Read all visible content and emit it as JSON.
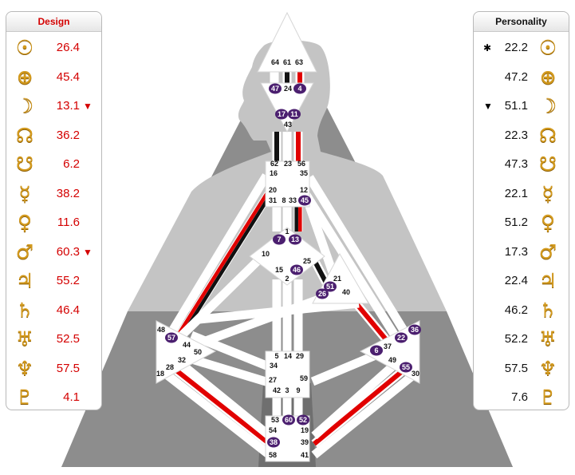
{
  "design": {
    "title": "Design",
    "rows": [
      {
        "planet": "sun",
        "icon": "sun-icon",
        "symbol": "☉",
        "value": "26.4",
        "mark": ""
      },
      {
        "planet": "earth",
        "icon": "earth-icon",
        "symbol": "⊕",
        "value": "45.4",
        "mark": ""
      },
      {
        "planet": "moon",
        "icon": "moon-icon",
        "symbol": "☽",
        "value": "13.1",
        "mark": "▼"
      },
      {
        "planet": "north-node",
        "icon": "north-node-icon",
        "symbol": "☊",
        "value": "36.2",
        "mark": ""
      },
      {
        "planet": "south-node",
        "icon": "south-node-icon",
        "symbol": "☋",
        "value": "6.2",
        "mark": ""
      },
      {
        "planet": "mercury",
        "icon": "mercury-icon",
        "symbol": "☿",
        "value": "38.2",
        "mark": ""
      },
      {
        "planet": "venus",
        "icon": "venus-icon",
        "symbol": "♀",
        "value": "11.6",
        "mark": ""
      },
      {
        "planet": "mars",
        "icon": "mars-icon",
        "symbol": "♂",
        "value": "60.3",
        "mark": "▼"
      },
      {
        "planet": "jupiter",
        "icon": "jupiter-icon",
        "symbol": "♃",
        "value": "55.2",
        "mark": ""
      },
      {
        "planet": "saturn",
        "icon": "saturn-icon",
        "symbol": "♄",
        "value": "46.4",
        "mark": ""
      },
      {
        "planet": "uranus",
        "icon": "uranus-icon",
        "symbol": "♅",
        "value": "52.5",
        "mark": ""
      },
      {
        "planet": "neptune",
        "icon": "neptune-icon",
        "symbol": "♆",
        "value": "57.5",
        "mark": ""
      },
      {
        "planet": "pluto",
        "icon": "pluto-icon",
        "symbol": "♇",
        "value": "4.1",
        "mark": ""
      }
    ]
  },
  "personality": {
    "title": "Personality",
    "rows": [
      {
        "planet": "sun",
        "icon": "sun-icon",
        "symbol": "☉",
        "value": "22.2",
        "mark": "✱"
      },
      {
        "planet": "earth",
        "icon": "earth-icon",
        "symbol": "⊕",
        "value": "47.2",
        "mark": ""
      },
      {
        "planet": "moon",
        "icon": "moon-icon",
        "symbol": "☽",
        "value": "51.1",
        "mark": "▼"
      },
      {
        "planet": "north-node",
        "icon": "north-node-icon",
        "symbol": "☊",
        "value": "22.3",
        "mark": ""
      },
      {
        "planet": "south-node",
        "icon": "south-node-icon",
        "symbol": "☋",
        "value": "47.3",
        "mark": ""
      },
      {
        "planet": "mercury",
        "icon": "mercury-icon",
        "symbol": "☿",
        "value": "22.1",
        "mark": ""
      },
      {
        "planet": "venus",
        "icon": "venus-icon",
        "symbol": "♀",
        "value": "51.2",
        "mark": ""
      },
      {
        "planet": "mars",
        "icon": "mars-icon",
        "symbol": "♂",
        "value": "17.3",
        "mark": ""
      },
      {
        "planet": "jupiter",
        "icon": "jupiter-icon",
        "symbol": "♃",
        "value": "22.4",
        "mark": ""
      },
      {
        "planet": "saturn",
        "icon": "saturn-icon",
        "symbol": "♄",
        "value": "46.2",
        "mark": ""
      },
      {
        "planet": "uranus",
        "icon": "uranus-icon",
        "symbol": "♅",
        "value": "52.2",
        "mark": ""
      },
      {
        "planet": "neptune",
        "icon": "neptune-icon",
        "symbol": "♆",
        "value": "57.5",
        "mark": ""
      },
      {
        "planet": "pluto",
        "icon": "pluto-icon",
        "symbol": "♇",
        "value": "7.6",
        "mark": ""
      }
    ]
  },
  "colors": {
    "design": "#e10000",
    "personality": "#111111",
    "active_gate": "#4b1f6f",
    "center_fill": "#ffffff",
    "background_triangle": "#8d8d8d",
    "silhouette": "#c4c4c4",
    "panel_border": "#b9b9b9",
    "planet_glyph": "#d39a1e"
  },
  "gates": {
    "head": [
      "64",
      "61",
      "63"
    ],
    "ajna": [
      "47",
      "24",
      "4",
      "17",
      "11",
      "43"
    ],
    "throat": [
      "62",
      "23",
      "56",
      "16",
      "35",
      "20",
      "12",
      "31",
      "8",
      "33",
      "45"
    ],
    "g": [
      "1",
      "7",
      "13",
      "10",
      "25",
      "15",
      "46",
      "2"
    ],
    "heart": [
      "21",
      "51",
      "26",
      "40"
    ],
    "spleen": [
      "48",
      "57",
      "44",
      "50",
      "32",
      "28",
      "18"
    ],
    "solar_plexus": [
      "36",
      "22",
      "37",
      "6",
      "49",
      "55",
      "30"
    ],
    "sacral": [
      "5",
      "14",
      "29",
      "34",
      "27",
      "59",
      "42",
      "3",
      "9"
    ],
    "root": [
      "53",
      "60",
      "52",
      "54",
      "19",
      "38",
      "39",
      "58",
      "41"
    ],
    "active": [
      "47",
      "4",
      "17",
      "11",
      "45",
      "7",
      "13",
      "46",
      "51",
      "26",
      "57",
      "36",
      "22",
      "6",
      "55",
      "60",
      "52",
      "38"
    ]
  },
  "channels": [
    {
      "name": "ajna-throat-17-62",
      "personality": true,
      "design": false
    },
    {
      "name": "ajna-throat-11-56",
      "personality": false,
      "design": true
    },
    {
      "name": "head-ajna-61-24",
      "personality": true,
      "design": false
    },
    {
      "name": "head-ajna-63-4",
      "personality": false,
      "design": true
    },
    {
      "name": "throat-g-33-13",
      "personality": true,
      "design": true
    },
    {
      "name": "g-heart-25-51",
      "personality": true,
      "design": false
    },
    {
      "name": "sacral-g-5-15",
      "personality": true,
      "design": true
    },
    {
      "name": "spleen-throat-57-20",
      "personality": true,
      "design": true
    },
    {
      "name": "solar-throat-35-36",
      "personality": true,
      "design": true
    },
    {
      "name": "root-spleen-38-28",
      "personality": false,
      "design": true
    },
    {
      "name": "root-solar-39-55",
      "personality": false,
      "design": true
    },
    {
      "name": "heart-solar-40-37",
      "personality": false,
      "design": true
    },
    {
      "name": "g-spleen-10-57",
      "personality": false,
      "design": true
    }
  ]
}
